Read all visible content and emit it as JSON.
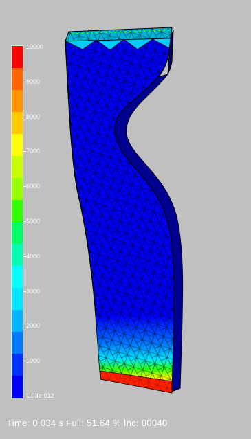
{
  "legend": {
    "labels": [
      "10000",
      "9000",
      "8000",
      "7000",
      "6000",
      "5000",
      "4000",
      "3000",
      "2000",
      "1000",
      "1.03e-012"
    ],
    "colors": [
      "#ff0000",
      "#ff6400",
      "#ff9600",
      "#ffc800",
      "#ffff00",
      "#c8ff00",
      "#96ff00",
      "#32ff00",
      "#00ff64",
      "#00ffb4",
      "#00ffff",
      "#00e6ff",
      "#00b4ff",
      "#0078ff",
      "#0032ff",
      "#0000ff"
    ]
  },
  "status": {
    "text": "Time: 0.034 s Full: 51.64 % Inc: 00040"
  }
}
